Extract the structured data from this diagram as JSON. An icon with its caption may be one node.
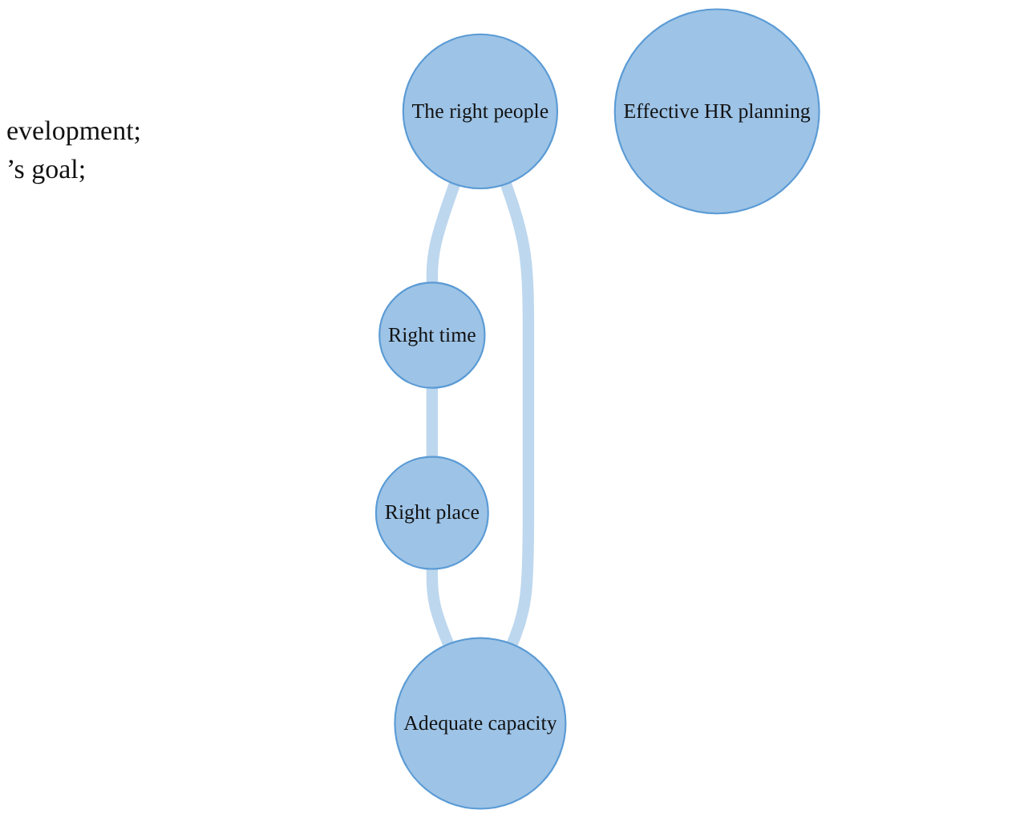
{
  "diagram": {
    "nodes": [
      {
        "text": [
          "The right people"
        ]
      },
      {
        "text": [
          "Adequate capacity"
        ]
      },
      {
        "text": [
          "Effective HR planning"
        ]
      },
      {
        "text": [
          "Right time"
        ]
      },
      {
        "text": [
          "Right place"
        ]
      }
    ],
    "edges": [
      {
        "from": 0,
        "to": 3,
        "arrow": "none"
      },
      {
        "from": 3,
        "to": 4,
        "arrow": "none"
      },
      {
        "from": 4,
        "to": 1,
        "arrow": "none"
      },
      {
        "from": 1,
        "to": 0,
        "arrow": "none"
      }
    ],
    "labels": [
      "evelopment;",
      "’s goal;"
    ]
  }
}
